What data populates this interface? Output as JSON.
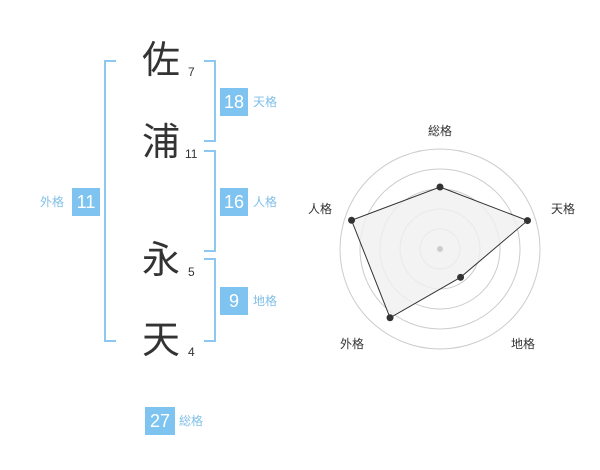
{
  "name": {
    "chars": [
      {
        "char": "佐",
        "strokes": "7"
      },
      {
        "char": "浦",
        "strokes": "11"
      },
      {
        "char": "永",
        "strokes": "5"
      },
      {
        "char": "天",
        "strokes": "4"
      }
    ]
  },
  "grids": {
    "tenkaku": {
      "value": "18",
      "label": "天格"
    },
    "jinkaku": {
      "value": "16",
      "label": "人格"
    },
    "chikaku": {
      "value": "9",
      "label": "地格"
    },
    "gaikaku": {
      "value": "11",
      "label": "外格"
    },
    "soukaku": {
      "value": "27",
      "label": "総格"
    }
  },
  "chart_data": {
    "type": "radar",
    "axes": [
      "総格",
      "天格",
      "地格",
      "外格",
      "人格"
    ],
    "rings": 5,
    "values": [
      0.62,
      0.92,
      0.35,
      0.85,
      0.93
    ],
    "colors": {
      "fill": "#f0f0f0",
      "stroke": "#333333",
      "ring": "#cccccc",
      "center": "#cccccc"
    }
  },
  "colors": {
    "accent": "#7fc4f0",
    "bracket": "#8cc8f2"
  }
}
